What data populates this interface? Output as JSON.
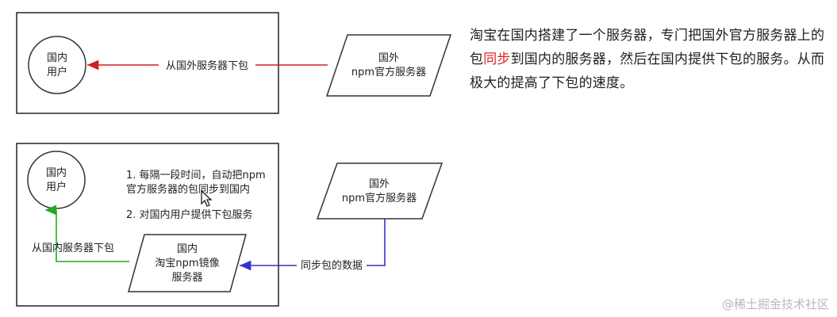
{
  "top_diagram": {
    "user_node": [
      "国内",
      "用户"
    ],
    "foreign_server": [
      "国外",
      "npm官方服务器"
    ],
    "arrow_label": "从国外服务器下包",
    "arrow_color": "#cc2222"
  },
  "bottom_diagram": {
    "user_node": [
      "国内",
      "用户"
    ],
    "foreign_server": [
      "国外",
      "npm官方服务器"
    ],
    "mirror_server": [
      "国内",
      "淘宝npm镜像",
      "服务器"
    ],
    "note_1": [
      "1. 每隔一段时间，自动把npm",
      "官方服务器的包同步到国内"
    ],
    "note_2": "2. 对国内用户提供下包服务",
    "sync_label": "同步包的数据",
    "sync_color": "#3333cc",
    "download_label": "从国内服务器下包",
    "download_color": "#22aa22"
  },
  "description": {
    "part1": "淘宝在国内搭建了一个服务器，专门把国外官方服务器上的包",
    "highlight": "同步",
    "part2": "到国内的服务器，然后在国内提供下包的服务。从而极大的提高了下包的速度。",
    "highlight_color": "#e02020"
  },
  "watermark": "@稀土掘金技术社区"
}
